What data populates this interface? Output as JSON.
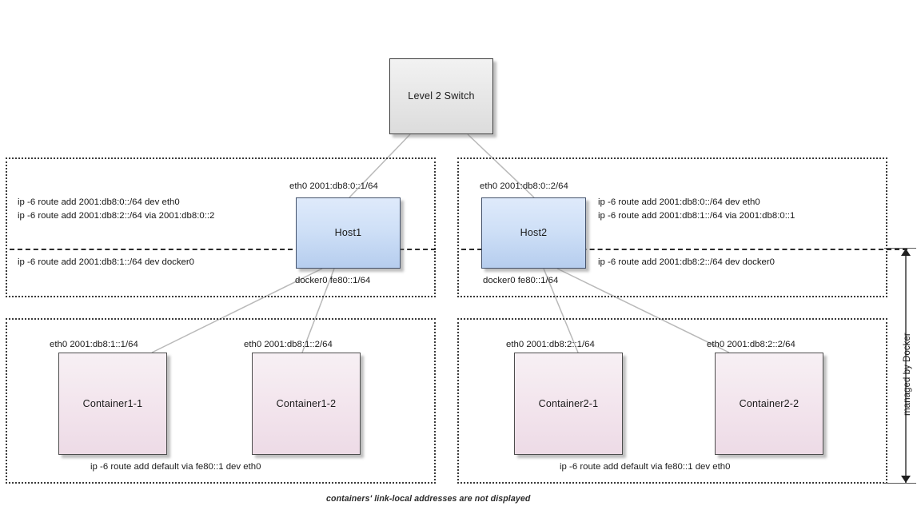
{
  "diagram": {
    "caption": "containers' link-local addresses are not displayed",
    "measure_label": "managed by Docker",
    "colors": {
      "switch_fill": "#e6e6e6",
      "host_fill": "#cfe0f7",
      "container_fill": "#f2e3ec",
      "frame_stroke": "#3a3a3a",
      "wire_stroke": "#b4b4b4",
      "kernel_line": "#2b2b2b"
    }
  },
  "switch": {
    "label": "Level 2 Switch"
  },
  "hosts": [
    {
      "name": "Host1",
      "eth0_label": "eth0 2001:db8:0::1/64",
      "docker0_label": "docker0 fe80::1/64",
      "routes_above": [
        "ip -6 route add 2001:db8:0::/64 dev eth0",
        "ip -6 route add 2001:db8:2::/64 via 2001:db8:0::2"
      ],
      "routes_below": [
        "ip -6 route add 2001:db8:1::/64 dev docker0"
      ]
    },
    {
      "name": "Host2",
      "eth0_label": "eth0 2001:db8:0::2/64",
      "docker0_label": "docker0 fe80::1/64",
      "routes_above": [
        "ip -6 route add 2001:db8:0::/64 dev eth0",
        "ip -6 route add 2001:db8:1::/64 via 2001:db8:0::1"
      ],
      "routes_below": [
        "ip -6 route add 2001:db8:2::/64 dev docker0"
      ]
    }
  ],
  "container_groups": [
    {
      "group": "host1-containers",
      "route": "ip -6 route add default via fe80::1 dev eth0",
      "containers": [
        {
          "name": "Container1-1",
          "eth0_label": "eth0 2001:db8:1::1/64"
        },
        {
          "name": "Container1-2",
          "eth0_label": "eth0 2001:db8:1::2/64"
        }
      ]
    },
    {
      "group": "host2-containers",
      "route": "ip -6 route add default via fe80::1 dev eth0",
      "containers": [
        {
          "name": "Container2-1",
          "eth0_label": "eth0 2001:db8:2::1/64"
        },
        {
          "name": "Container2-2",
          "eth0_label": "eth0 2001:db8:2::2/64"
        }
      ]
    }
  ]
}
